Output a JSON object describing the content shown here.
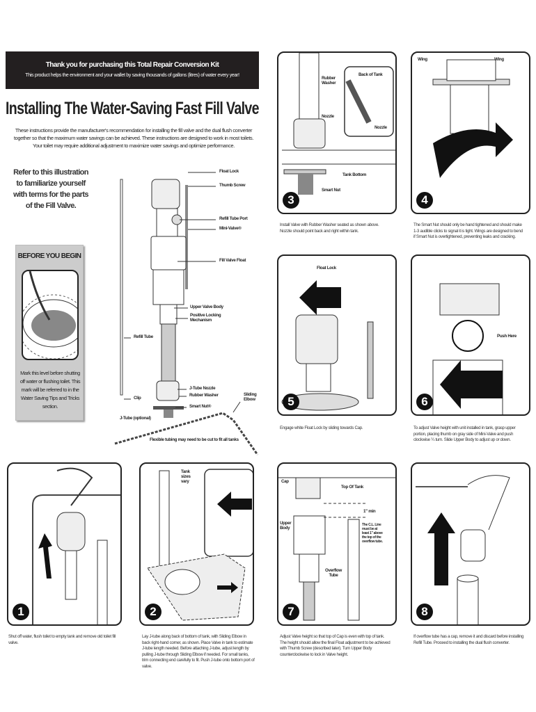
{
  "header": {
    "line1_prefix": "Thank you for purchasing this ",
    "line1_bold": "Total Repair Conversion Kit",
    "line2": "This product helps the environment and your wallet by saving thousands of gallons (litres) of water every year!"
  },
  "title": "Installing The Water-Saving Fast Fill Valve",
  "intro": "These instructions provide the manufacturer's recommendation for installing the fill valve and the dual flush converter together so that the maximum water savings can be achieved. These instructions are designed to work in most toilets. Your toilet may require additional adjustment to maximize water savings and optimize performance.",
  "refer": "Refer to this illustration to familiarize yourself with terms for the parts of the Fill Valve.",
  "before_you_begin": {
    "heading": "BEFORE YOU BEGIN",
    "text": "Mark this level before shutting off water or flushing toilet. This mark will be referred to in the Water Saving Tips and Tricks section."
  },
  "parts": {
    "float_lock": "Float Lock",
    "thumb_screw": "Thumb Screw",
    "refill_tube_port": "Refill Tube Port",
    "mini_valve": "Mini-Valve®",
    "fill_valve_float": "Fill Valve Float",
    "upper_valve_body": "Upper Valve Body",
    "positive_locking": "Positive Locking Mechanism",
    "refill_tube": "Refill Tube",
    "jtube_nozzle": "J-Tube Nozzle",
    "rubber_washer": "Rubber Washer",
    "clip": "Clip",
    "smart_nut": "Smart Nut®",
    "sliding_elbow": "Sliding Elbow",
    "jtube": "J-Tube (optional)",
    "flexible_note": "Flexible tubing may need to be cut to fit all tanks"
  },
  "steps": [
    {
      "number": "1",
      "caption": "Shut off water, flush toilet to empty tank and remove old toilet fill valve."
    },
    {
      "number": "2",
      "caption": "Lay J-tube along back of bottom of tank, with Sliding Elbow in back right-hand corner, as shown. Place Valve in tank to estimate J-tube length needed. Before attaching J-tube, adjust length by pulling J-tube through Sliding Elbow if needed. For small tanks, trim connecting end carefully to fit. Push J-tube onto bottom port of valve.",
      "labels": {
        "tank_sizes": "Tank sizes vary"
      }
    },
    {
      "number": "3",
      "caption": "Install Valve with Rubber Washer seated as shown above. Nozzle should point back and right within tank.",
      "labels": {
        "rubber_washer": "Rubber Washer",
        "nozzle": "Nozzle",
        "back_of_tank": "Back of Tank",
        "nozzle_inset": "Nozzle",
        "tank_bottom": "Tank Bottom",
        "smart_nut": "Smart Nut"
      }
    },
    {
      "number": "4",
      "caption": "The Smart Nut should only be hand tightened and should make 1-3 audible clicks to signal it is tight. Wings are designed to bend if Smart Nut is overtightened, preventing leaks and cracking.",
      "labels": {
        "wing_left": "Wing",
        "wing_right": "Wing"
      }
    },
    {
      "number": "5",
      "caption": "Engage white Float Lock by sliding towards Cap.",
      "labels": {
        "float_lock": "Float Lock"
      }
    },
    {
      "number": "6",
      "caption": "To adjust Valve height with unit installed in tank, grasp upper portion, placing thumb on gray side of Mini-Valve and push clockwise ¼ turn. Slide Upper Body to adjust up or down.",
      "labels": {
        "push_here": "Push Here"
      }
    },
    {
      "number": "7",
      "caption": "Adjust Valve height so that top of Cap is even with top of tank. The height should allow the final Float adjustment to be achieved with Thumb Screw (described later). Turn Upper Body counterclockwise to lock in Valve height.",
      "labels": {
        "cap": "Cap",
        "top_of_tank": "Top Of Tank",
        "one_inch": "1\" min",
        "upper_body": "Upper Body",
        "cl_note": "The C.L. Line must be at least 1\" above the top of the overflow tube.",
        "overflow": "Overflow Tube"
      }
    },
    {
      "number": "8",
      "caption": "If overflow tube has a cap, remove it and discard before installing Refill Tube. Proceed to installing the dual flush converter."
    }
  ]
}
